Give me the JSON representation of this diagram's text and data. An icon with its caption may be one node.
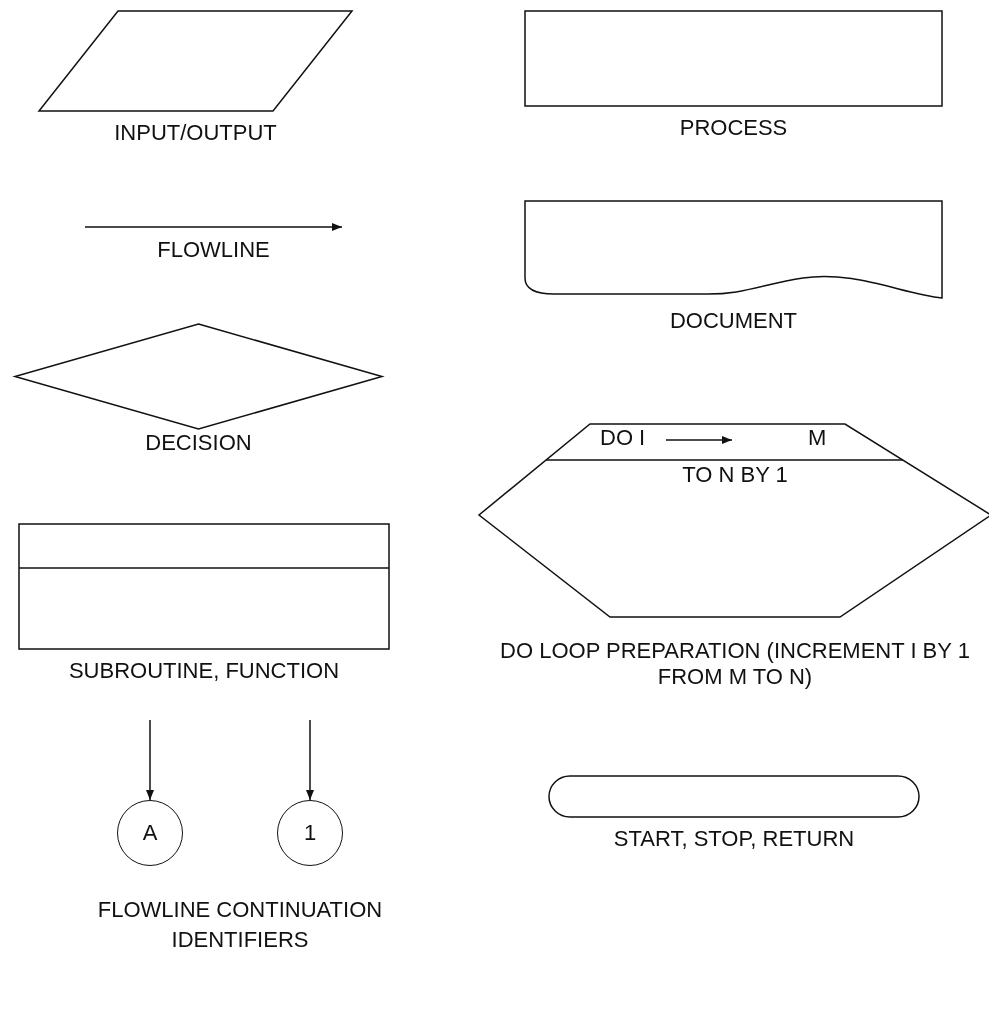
{
  "diagram": {
    "nodes": [
      {
        "text": [
          "INPUT/OUTPUT"
        ]
      },
      {
        "text": [
          "PROCESS"
        ]
      },
      {
        "text": [
          "DOCUMENT"
        ]
      },
      {
        "text": [
          "DECISION"
        ]
      },
      {
        "text": [
          "DO I",
          "M",
          "TO N BY 1",
          "DO LOOP PREPARATION (INCREMENT I BY 1 FROM M TO N)"
        ]
      },
      {
        "text": [
          "SUBROUTINE, FUNCTION"
        ]
      },
      {
        "text": [
          "START, STOP, RETURN"
        ]
      },
      {
        "text": [
          "A"
        ]
      },
      {
        "text": [
          "1"
        ]
      }
    ],
    "edges": [
      {
        "from": null,
        "to": 7,
        "arrow": "to"
      },
      {
        "from": null,
        "to": 8,
        "arrow": "to"
      }
    ],
    "labels": [
      "FLOWLINE",
      "FLOWLINE CONTINUATION IDENTIFIERS"
    ]
  }
}
